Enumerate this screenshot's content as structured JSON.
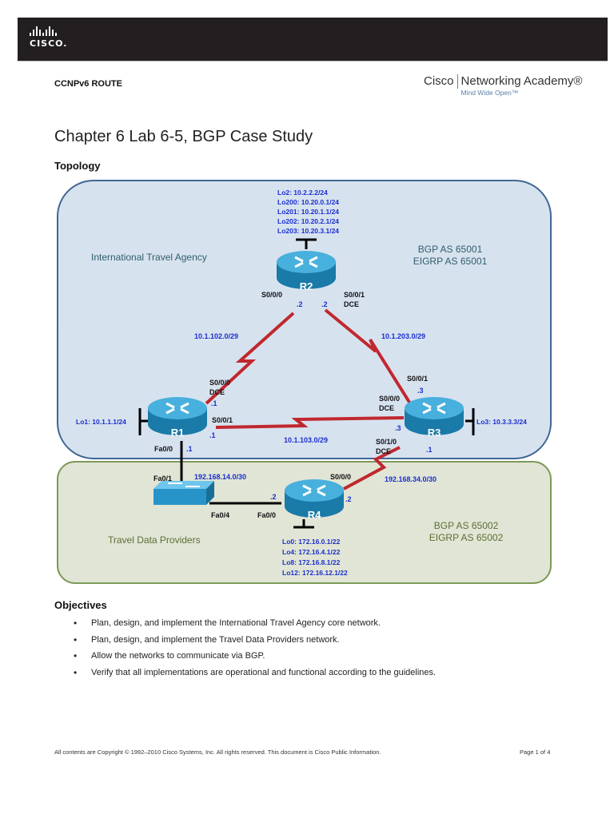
{
  "header": {
    "logo_word": "CISCO.",
    "course": "CCNPv6 ROUTE",
    "academy_cisco": "Cisco",
    "academy_name": "Networking Academy®",
    "academy_tagline": "Mind Wide Open™"
  },
  "title": "Chapter 6 Lab 6-5, BGP Case Study",
  "sections": {
    "topology": "Topology",
    "objectives": "Objectives"
  },
  "topology": {
    "areas": [
      {
        "name": "International Travel Agency",
        "as_lines": [
          "BGP AS 65001",
          "EIGRP AS 65001"
        ],
        "fill": "#d7e2ef",
        "stroke": "#3f6792",
        "text_color": "#2f5e6a"
      },
      {
        "name": "Travel Data Providers",
        "as_lines": [
          "BGP AS 65002",
          "EIGRP AS 65002"
        ],
        "fill": "#e1e5d5",
        "stroke": "#7d9a5a",
        "text_color": "#5a7035"
      }
    ],
    "routers": [
      {
        "id": "R1",
        "loopbacks": [
          "Lo1: 10.1.1.1/24"
        ]
      },
      {
        "id": "R2",
        "loopbacks": [
          "Lo2: 10.2.2.2/24",
          "Lo200: 10.20.0.1/24",
          "Lo201: 10.20.1.1/24",
          "Lo202: 10.20.2.1/24",
          "Lo203: 10.20.3.1/24"
        ]
      },
      {
        "id": "R3",
        "loopbacks": [
          "Lo3: 10.3.3.3/24"
        ]
      },
      {
        "id": "R4",
        "loopbacks": [
          "Lo0: 172.16.0.1/22",
          "Lo4: 172.16.4.1/22",
          "Lo8: 172.16.8.1/22",
          "Lo12: 172.16.12.1/22"
        ]
      }
    ],
    "links": [
      {
        "subnet": "10.1.102.0/29",
        "a": "R1",
        "a_if": "S0/0/0",
        "a_dce": "DCE",
        "a_ip": ".1",
        "b": "R2",
        "b_if": "S0/0/0",
        "b_ip": ".2"
      },
      {
        "subnet": "10.1.203.0/29",
        "a": "R2",
        "a_if": "S0/0/1",
        "a_dce": "DCE",
        "a_ip": ".2",
        "b": "R3",
        "b_if": "S0/0/1",
        "b_ip": ".3"
      },
      {
        "subnet": "10.1.103.0/29",
        "a": "R1",
        "a_if": "S0/0/1",
        "a_ip": ".1",
        "b": "R3",
        "b_if": "S0/0/0",
        "b_dce": "DCE",
        "b_ip": ".3"
      },
      {
        "subnet": "192.168.34.0/30",
        "a": "R3",
        "a_if": "S0/1/0",
        "a_dce": "DCE",
        "a_ip": ".1",
        "b": "R4",
        "b_if": "S0/0/0",
        "b_ip": ".2"
      },
      {
        "subnet": "192.168.14.0/30",
        "a": "R1",
        "a_if": "Fa0/0",
        "a_ip": ".1",
        "sw_if_a": "Fa0/1",
        "sw_if_b": "Fa0/4",
        "b": "R4",
        "b_if": "Fa0/0",
        "b_ip": ".2"
      }
    ],
    "colors": {
      "serial": "#c0282e",
      "ip": "#1a2fd0",
      "label": "#111111",
      "router": "#2a8fc0"
    }
  },
  "objectives": [
    "Plan, design, and implement the International Travel Agency core network.",
    "Plan, design, and implement the Travel Data Providers network.",
    "Allow the networks to communicate via BGP.",
    "Verify that all implementations are operational and functional according to the guidelines."
  ],
  "footer": {
    "copyright": "All contents are Copyright © 1992–2010 Cisco Systems, Inc. All rights reserved. This document is Cisco Public Information.",
    "page": "Page 1 of 4"
  }
}
